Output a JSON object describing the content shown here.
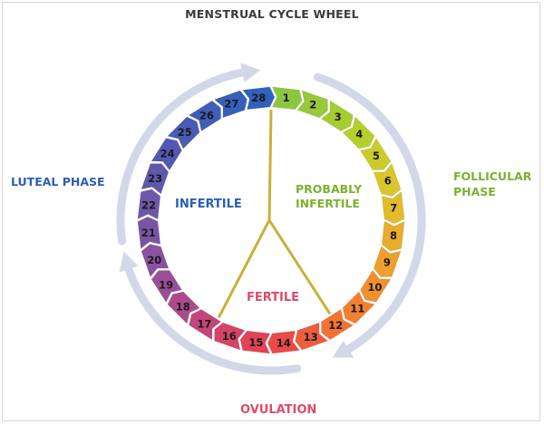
{
  "title": "MENSTRUAL CYCLE WHEEL",
  "phases": {
    "luteal": "LUTEAL PHASE",
    "follicular_line1": "FOLLICULAR",
    "follicular_line2": "PHASE",
    "ovulation": "OVULATION"
  },
  "zones": {
    "infertile": "INFERTILE",
    "probably_line1": "PROBABLY",
    "probably_line2": "INFERTILE",
    "fertile": "FERTILE"
  },
  "days": [
    {
      "n": "1",
      "color": "#8cc63f"
    },
    {
      "n": "2",
      "color": "#97c93a"
    },
    {
      "n": "3",
      "color": "#a6cc33"
    },
    {
      "n": "4",
      "color": "#b6cf2e"
    },
    {
      "n": "5",
      "color": "#c9cc2a"
    },
    {
      "n": "6",
      "color": "#d8c62a"
    },
    {
      "n": "7",
      "color": "#e2bb2b"
    },
    {
      "n": "8",
      "color": "#e9ad2c"
    },
    {
      "n": "9",
      "color": "#ee9f2e"
    },
    {
      "n": "10",
      "color": "#f1902f"
    },
    {
      "n": "11",
      "color": "#f28030"
    },
    {
      "n": "12",
      "color": "#f37232"
    },
    {
      "n": "13",
      "color": "#ef5e3c"
    },
    {
      "n": "14",
      "color": "#ea4a48"
    },
    {
      "n": "15",
      "color": "#e14358"
    },
    {
      "n": "16",
      "color": "#d54368"
    },
    {
      "n": "17",
      "color": "#c24679"
    },
    {
      "n": "18",
      "color": "#ad4b8a"
    },
    {
      "n": "19",
      "color": "#9a4f98"
    },
    {
      "n": "20",
      "color": "#8a529f"
    },
    {
      "n": "21",
      "color": "#7b55a4"
    },
    {
      "n": "22",
      "color": "#6d57a8"
    },
    {
      "n": "23",
      "color": "#6058ad"
    },
    {
      "n": "24",
      "color": "#5359b2"
    },
    {
      "n": "25",
      "color": "#4a5bb6"
    },
    {
      "n": "26",
      "color": "#405db9"
    },
    {
      "n": "27",
      "color": "#375fbc"
    },
    {
      "n": "28",
      "color": "#2f62bf"
    }
  ],
  "colors": {
    "spoke": "#c9b03a",
    "arrow": "#d3d8e8",
    "day_text": "#1a1a1a"
  }
}
